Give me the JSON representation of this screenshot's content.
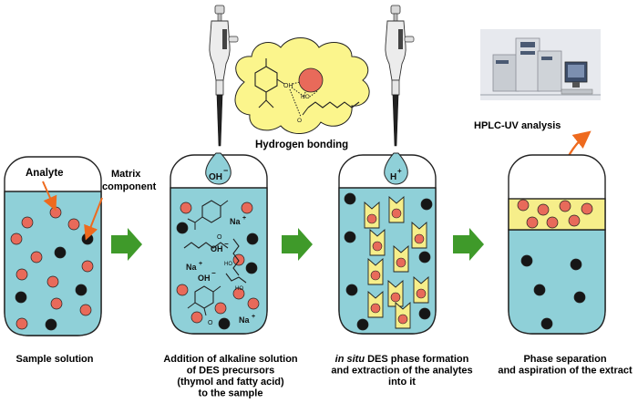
{
  "labels": {
    "analyte": "Analyte",
    "matrix_line1": "Matrix",
    "matrix_line2": "component",
    "hydrogen_bonding": "Hydrogen bonding",
    "hplc": "HPLC-UV analysis",
    "oh_drop": "OH",
    "h_drop": "H",
    "plus": "+",
    "minus": "−",
    "na_plus": "Na",
    "oh_minus": "OH",
    "ho": "HO",
    "o_minus": "O"
  },
  "steps": [
    {
      "lines": [
        "Sample solution"
      ]
    },
    {
      "lines": [
        "Addition of alkaline solution",
        "of DES precursors",
        "(thymol and fatty acid)",
        "to the sample"
      ]
    },
    {
      "lines_rich": [
        [
          {
            "t": "in situ",
            "i": true
          },
          {
            "t": " DES phase formation",
            "i": false
          }
        ],
        [
          {
            "t": "and extraction of the analytes",
            "i": false
          }
        ],
        [
          {
            "t": "into it",
            "i": false
          }
        ]
      ]
    },
    {
      "lines": [
        "Phase separation",
        "and aspiration of the extract"
      ]
    }
  ],
  "colors": {
    "liquid": "#8fd0d8",
    "analyte": "#e86a5a",
    "matrix": "#161616",
    "des_phase": "#f6ee8a",
    "cloud": "#fbf58c",
    "arrow_green": "#3f9a2a",
    "arrow_orange": "#ee6a1e"
  }
}
